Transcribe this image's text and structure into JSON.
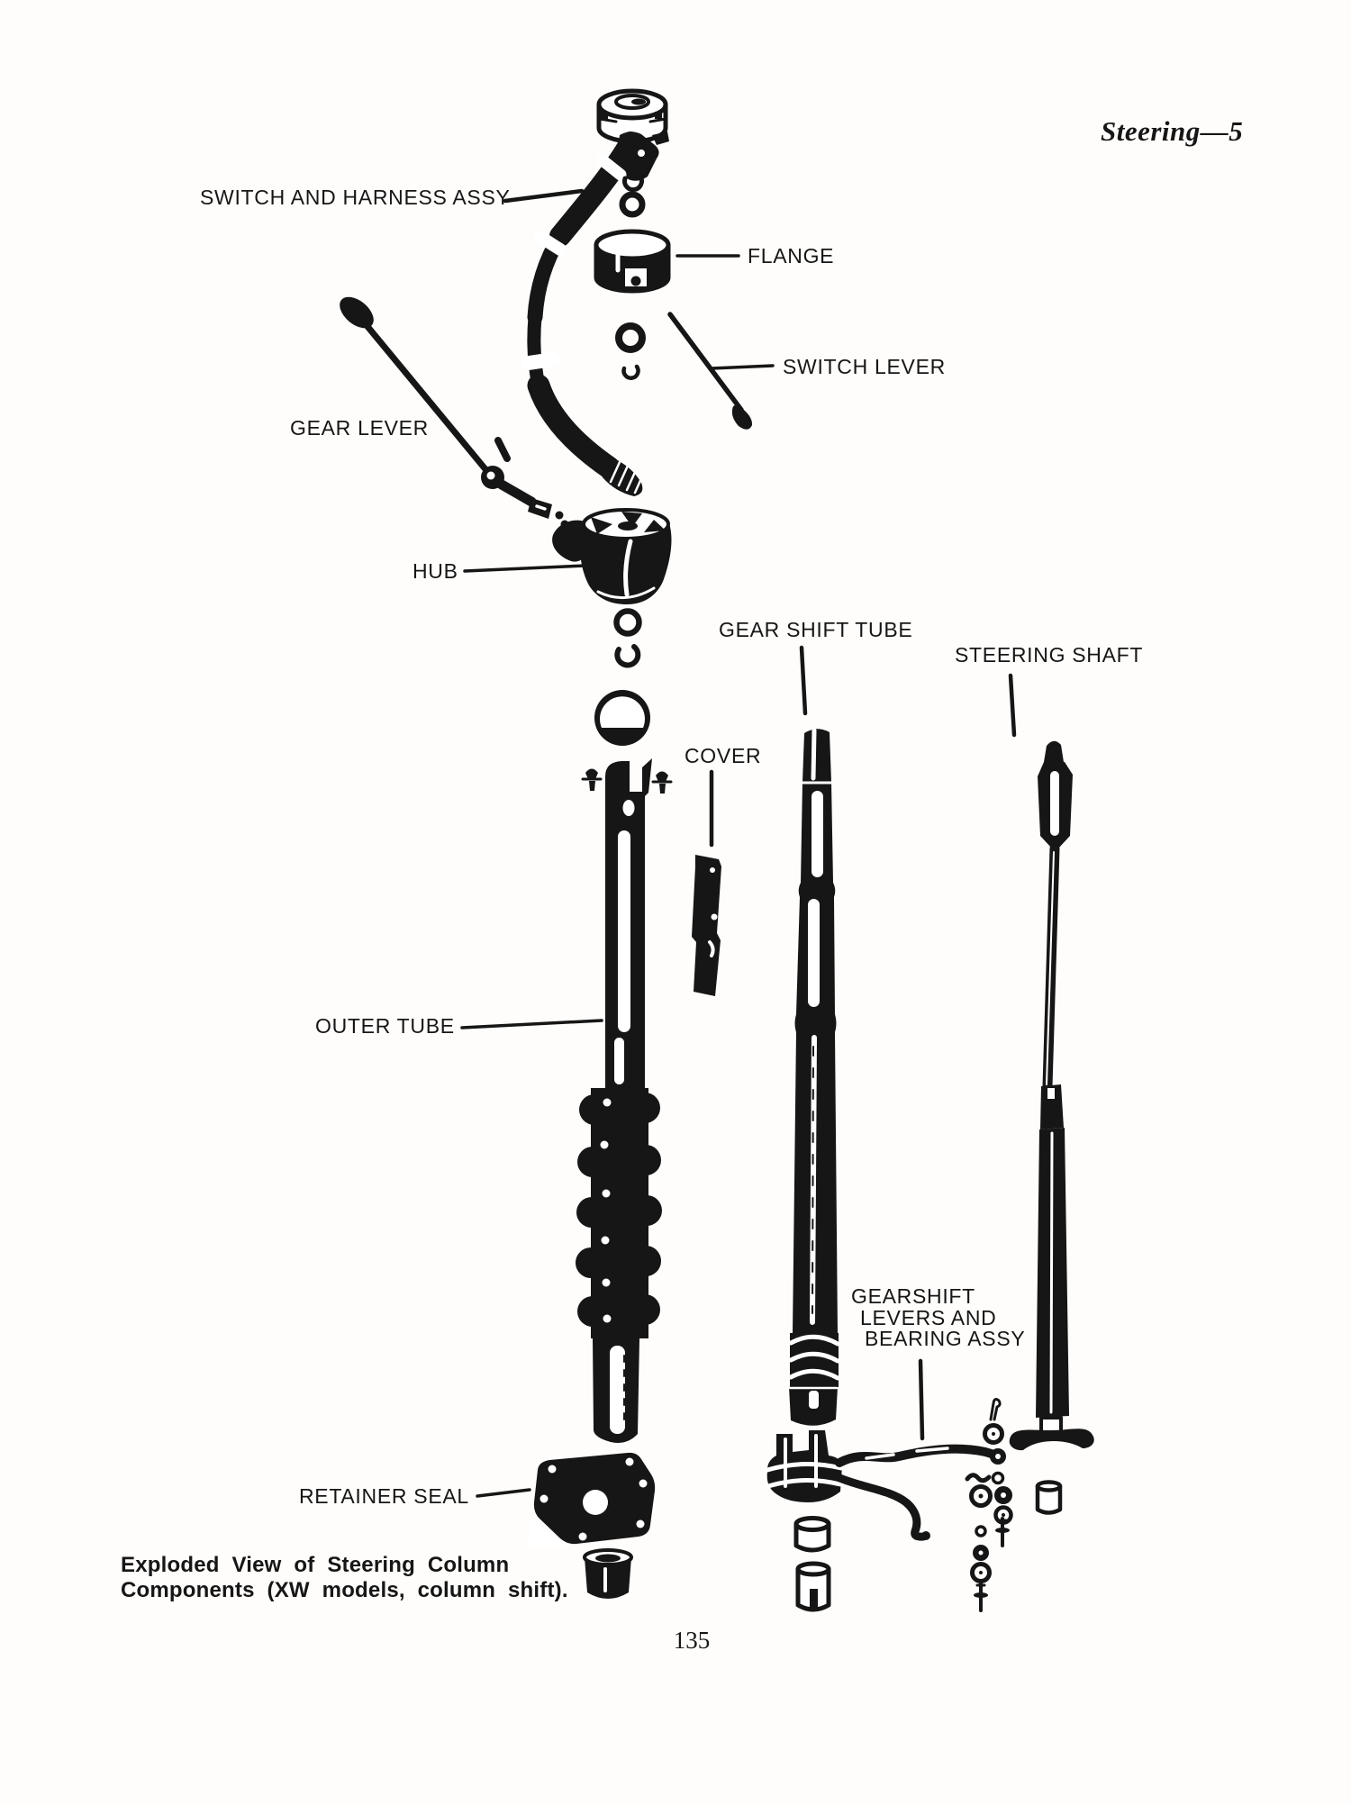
{
  "page": {
    "header": "Steering—5",
    "page_number": "135",
    "caption_line1": "Exploded View of Steering Column",
    "caption_line2": "Components (XW models, column shift)."
  },
  "diagram": {
    "type": "exploded-view-technical-illustration",
    "ink_color": "#161616",
    "background": "#fffdfb",
    "labels": {
      "switch_harness": "SWITCH AND HARNESS ASSY",
      "flange": "FLANGE",
      "switch_lever": "SWITCH LEVER",
      "gear_lever": "GEAR LEVER",
      "hub": "HUB",
      "gear_shift_tube": "GEAR SHIFT TUBE",
      "steering_shaft": "STEERING SHAFT",
      "cover": "COVER",
      "outer_tube": "OUTER TUBE",
      "gearshift_line1": "GEARSHIFT",
      "gearshift_line2": "LEVERS AND",
      "gearshift_line3": "BEARING ASSY",
      "retainer_seal": "RETAINER SEAL"
    }
  }
}
